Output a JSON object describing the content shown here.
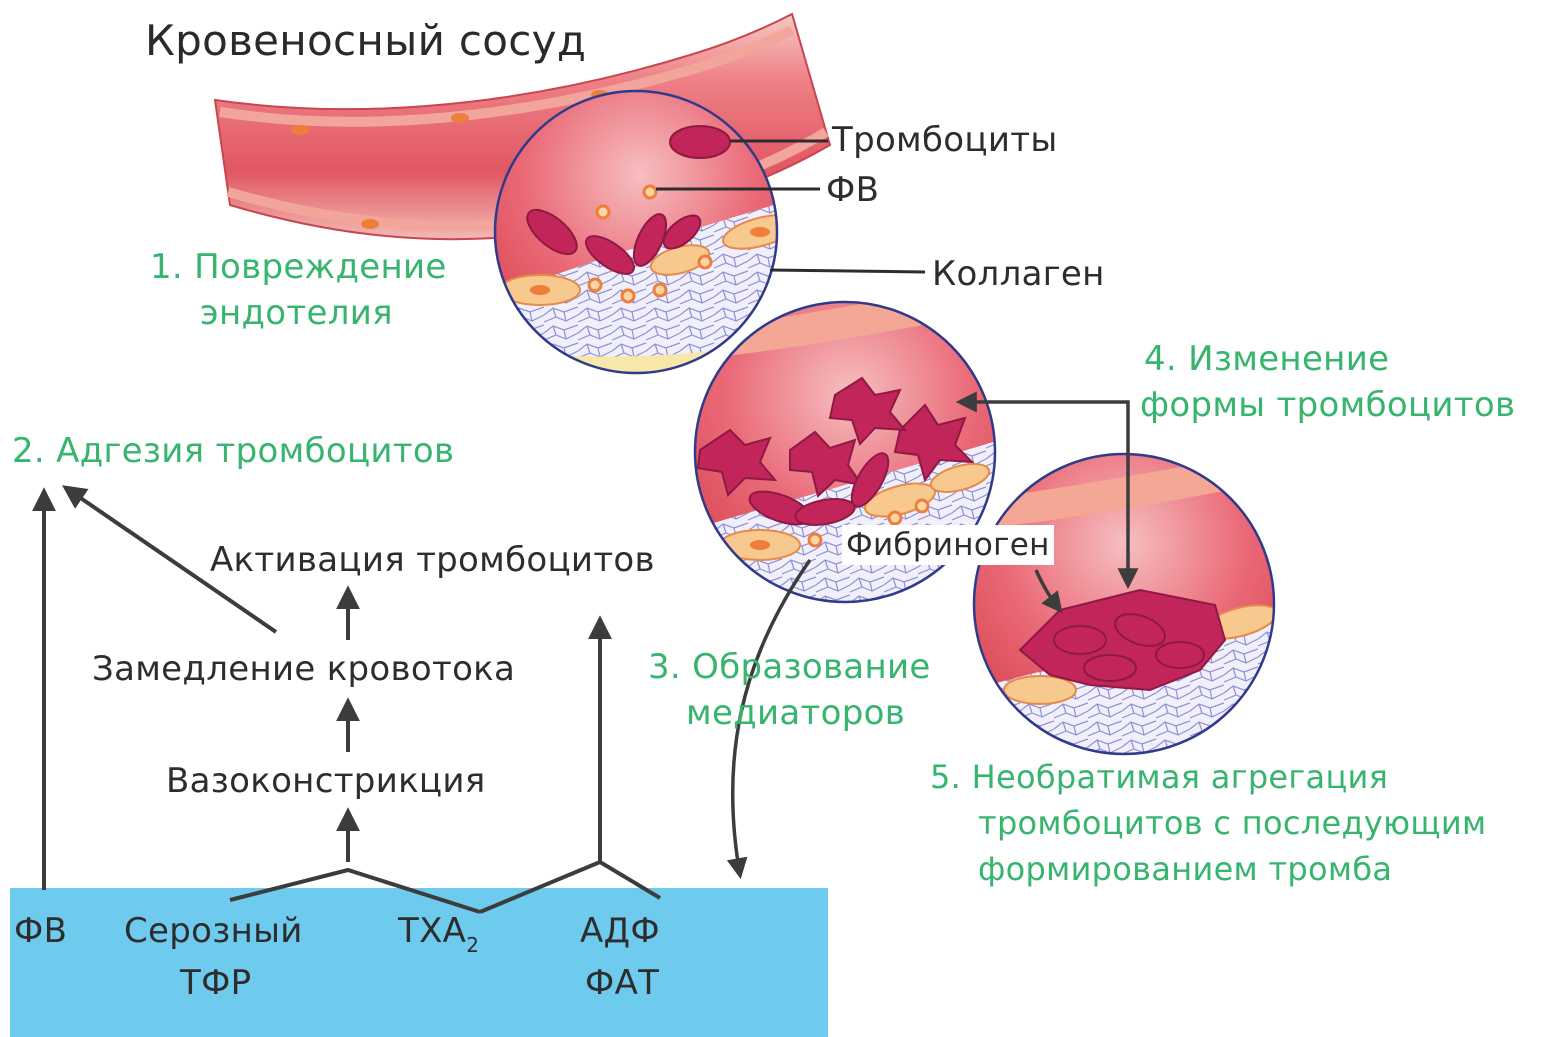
{
  "title": "Кровеносный сосуд",
  "labels": {
    "platelets": "Тромбоциты",
    "vwf": "ФВ",
    "collagen": "Коллаген",
    "fibrinogen": "Фибриноген"
  },
  "steps": {
    "step1": [
      "1. Повреждение",
      "эндотелия"
    ],
    "step2": "2. Адгезия тромбоцитов",
    "step3": [
      "3. Образование",
      "медиаторов"
    ],
    "step4": [
      "4. Изменение",
      "формы тромбоцитов"
    ],
    "step5": [
      "5. Необратимая агрегация",
      "тромбоцитов с последующим",
      "формированием тромба"
    ]
  },
  "cascade": {
    "activation": "Активация тромбоцитов",
    "slowing": "Замедление кровотока",
    "vasoconstriction": "Вазоконстрикция"
  },
  "mediators": {
    "vwf": "ФВ",
    "serotonin": "Серозный",
    "tfr": "ТФР",
    "txa": "ТХА",
    "txa_sub": "2",
    "adp": "АДФ",
    "fat": "ФАТ"
  },
  "colors": {
    "vessel": "#e4586a",
    "vessel_light": "#f9cfc9",
    "platelet": "#c1255a",
    "mediator_box": "#6ecbee",
    "step_text": "#37b46e",
    "arrow": "#3c3c3c"
  }
}
